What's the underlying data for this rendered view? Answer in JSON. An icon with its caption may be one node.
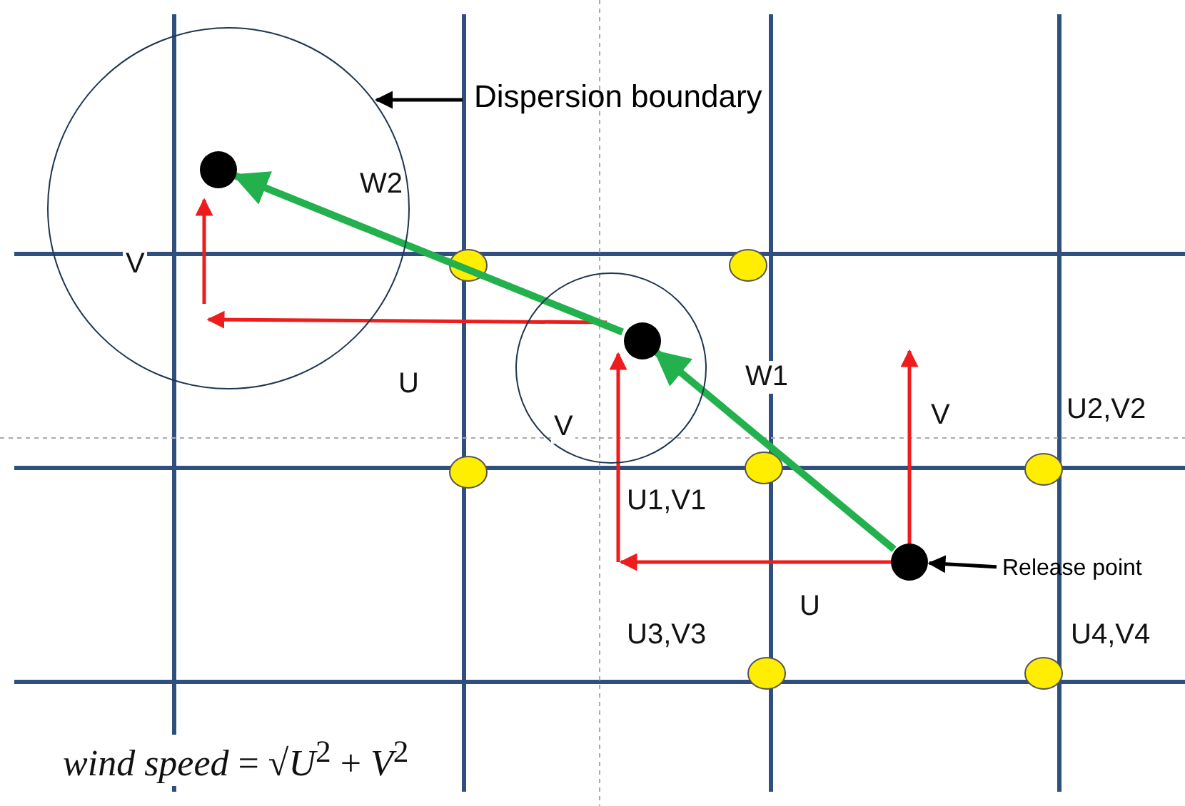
{
  "diagram": {
    "nodes": [
      {
        "text": [],
        "shape": "circle"
      },
      {
        "text": [],
        "shape": "circle"
      },
      {
        "text": [],
        "shape": "circle"
      },
      {
        "text": [],
        "shape": "circle",
        "in": 1
      },
      {
        "text": [],
        "shape": "circle",
        "in": 0
      },
      {
        "text": [
          "Dispersion boundary"
        ]
      },
      {
        "text": [
          "Release point"
        ]
      }
    ],
    "edges": [
      {
        "from": 2,
        "to": 3,
        "arrow": "to",
        "label": "W1",
        "style": "thick",
        "color": "#22b14c"
      },
      {
        "from": 3,
        "to": 4,
        "arrow": "to",
        "label": "W2",
        "style": "thick",
        "color": "#22b14c"
      },
      {
        "from": 5,
        "to": 0,
        "arrow": "to",
        "color": "#000000"
      },
      {
        "from": 6,
        "to": 2,
        "arrow": "to",
        "color": "#000000"
      }
    ],
    "labels": [
      "V",
      "U",
      "V",
      "V",
      "U2,V2",
      "U1,V1",
      "U",
      "U3,V3",
      "U4,V4",
      "*wind speed* = √*U*$^{2}$ + *V*$^{2}$"
    ]
  }
}
